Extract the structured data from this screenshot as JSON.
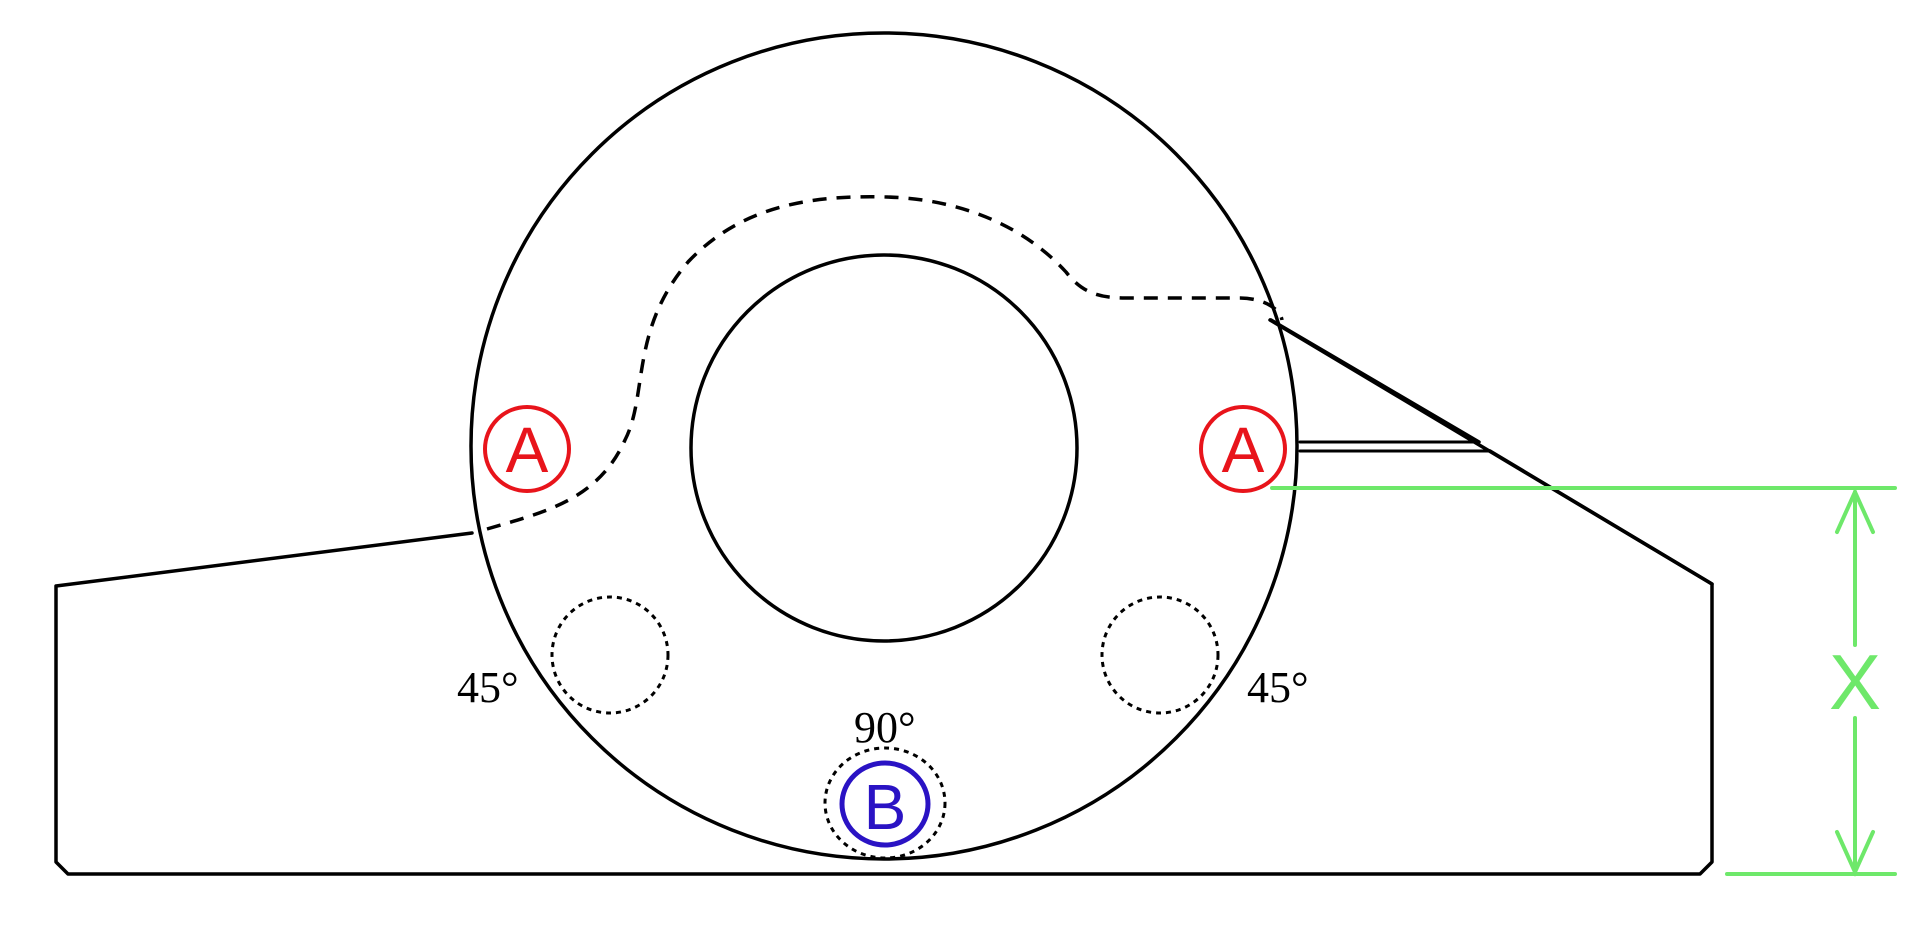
{
  "markers": {
    "left": {
      "letter": "A",
      "color": "#e8141b"
    },
    "right": {
      "letter": "A",
      "color": "#e8141b"
    },
    "bottom": {
      "letter": "B",
      "color": "#2a13c4"
    }
  },
  "angles": {
    "left": "45°",
    "right": "45°",
    "bottom": "90°"
  },
  "dimension": {
    "label": "X",
    "color": "#6ee86a"
  },
  "colors": {
    "outline": "#000000",
    "background": "#ffffff"
  }
}
